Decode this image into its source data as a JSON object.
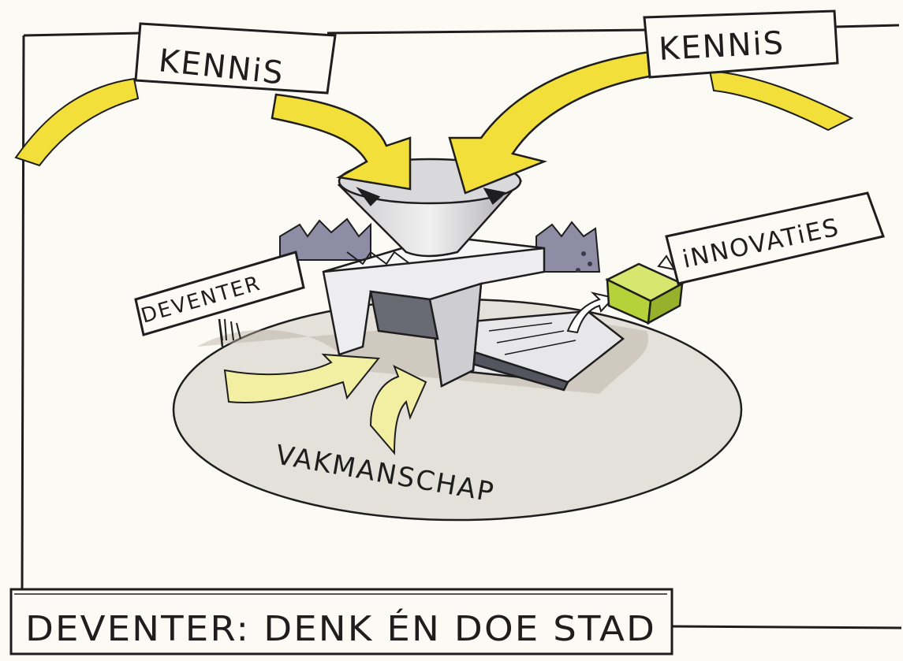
{
  "labels": {
    "kennis_left": "KENNiS",
    "kennis_right": "KENNiS",
    "innovaties": "iNNOVATiES",
    "deventer_sign": "DEVENTER",
    "vakmanschap": "VAKMANSCHAP",
    "caption": "DEVENTER: DENK ÉN DOE STAD"
  },
  "colors": {
    "paper": "#fbfaf4",
    "ink": "#1e1e1e",
    "knowledge_yellow": "#f3df3a",
    "craft_yellow": "#f2efa2",
    "innovation_green": "#b7d13a",
    "city_gray": "#8f8da6",
    "ground": "#d9d6cf"
  }
}
